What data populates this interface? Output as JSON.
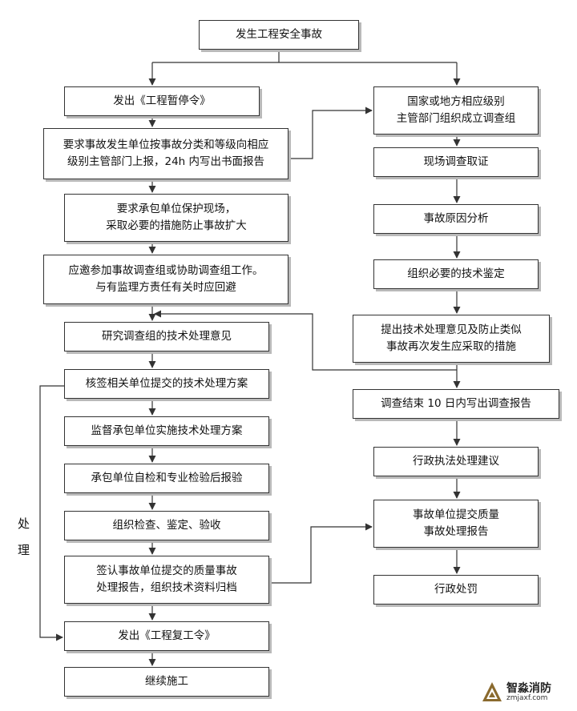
{
  "nodes": {
    "start": "发生工程安全事故",
    "stop_order": "发出《工程暂停令》",
    "report": "要求事故发生单位按事故分类和等级向相应\n级别主管部门上报，24h 内写出书面报告",
    "protect": "要求承包单位保护现场，\n采取必要的措施防止事故扩大",
    "join": "应邀参加事故调查组或协助调查组工作。\n与有监理方责任有关时应回避",
    "study": "研究调查组的技术处理意见",
    "sign_plan": "核签相关单位提交的技术处理方案",
    "supervise": "监督承包单位实施技术处理方案",
    "self_check": "承包单位自检和专业检验后报验",
    "inspect": "组织检查、鉴定、验收",
    "confirm": "签认事故单位提交的质量事故\n处理报告，组织技术资料归档",
    "resume": "发出《工程复工令》",
    "continue": "继续施工",
    "gov": "国家或地方相应级别\n主管部门组织成立调查组",
    "evidence": "现场调查取证",
    "cause": "事故原因分析",
    "appraisal": "组织必要的技术鉴定",
    "measures": "提出技术处理意见及防止类似\n事故再次发生应采取的措施",
    "final_report": "调查结束 10 日内写出调查报告",
    "admin_advice": "行政执法处理建议",
    "quality_report": "事故单位提交质量\n事故处理报告",
    "penalty": "行政处罚"
  },
  "side_label": [
    "处",
    "理"
  ],
  "watermark": {
    "name": "智淼消防",
    "url": "zmjaxf.com"
  },
  "colors": {
    "line": "#333333",
    "shadow": "#b9b9b9",
    "logo_accent": "#8a6a2e"
  }
}
